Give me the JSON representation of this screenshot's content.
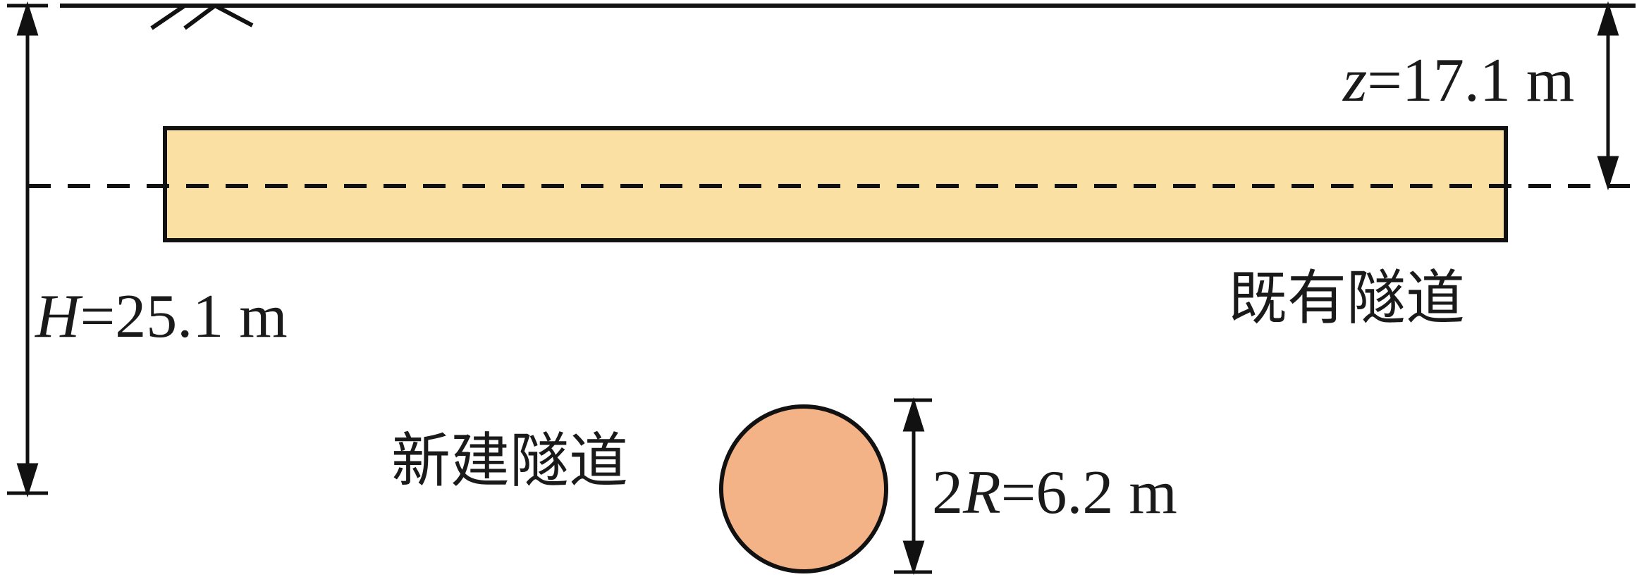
{
  "labels": {
    "cover_depth": {
      "var": "z",
      "value": "=17.1 m"
    },
    "depth_H": {
      "var": "H",
      "value": "=25.1 m"
    },
    "diameter": {
      "prefix": "2",
      "var": "R",
      "value": "=6.2 m"
    },
    "existing_tunnel": "既有隧道",
    "new_tunnel": "新建隧道"
  },
  "colors": {
    "existing_tunnel_fill": "#fae1a3",
    "new_tunnel_fill": "#f4b287",
    "stroke": "#111111"
  }
}
